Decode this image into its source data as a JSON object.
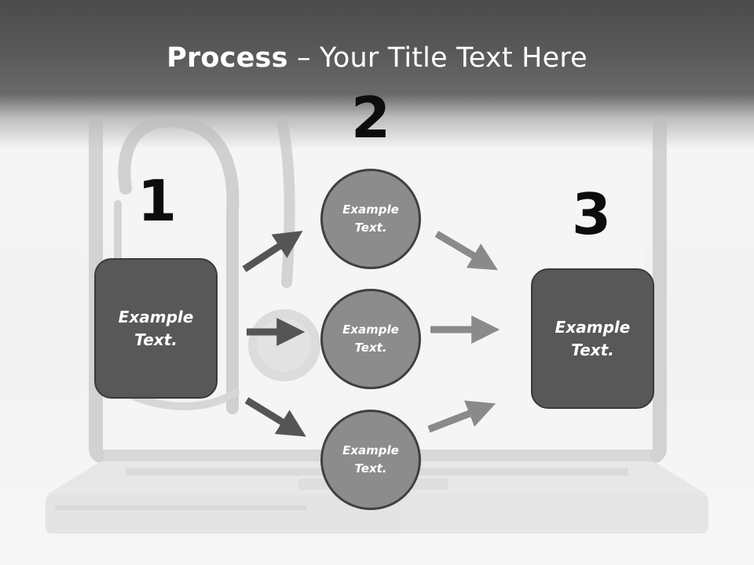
{
  "slide": {
    "title_bold": "Process",
    "title_separator": " – ",
    "title_rest": "Your Title Text Here"
  },
  "steps": [
    {
      "number": "1",
      "text": "Example\nText."
    },
    {
      "number": "2",
      "options": [
        "Example\nText.",
        "Example\nText.",
        "Example\nText."
      ]
    },
    {
      "number": "3",
      "text": "Example\nText."
    }
  ],
  "colors": {
    "header": "#555555",
    "box_fill": "#585858",
    "circle_fill": "#8c8c8c",
    "arrow_dark": "#555555",
    "arrow_light": "#8a8a8a"
  },
  "background_icons": [
    "laptop-image",
    "stethoscope-image"
  ]
}
